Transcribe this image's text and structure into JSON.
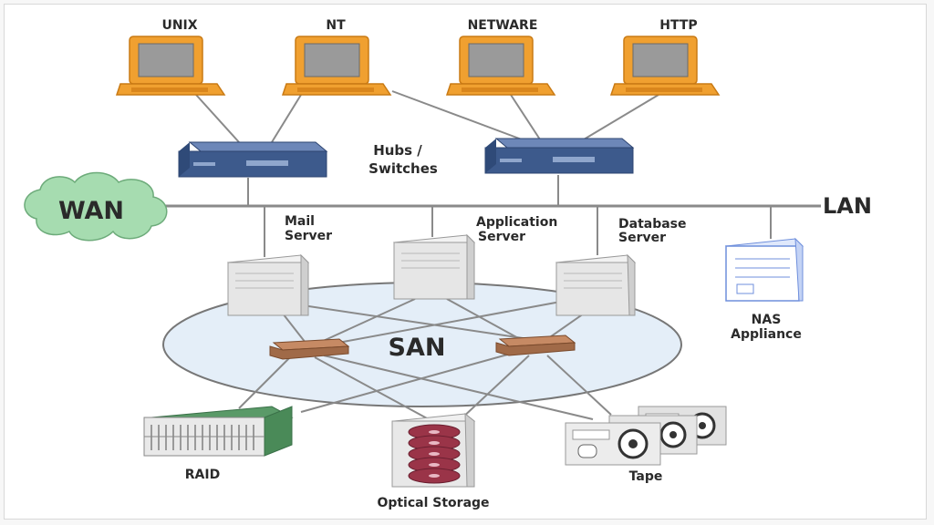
{
  "clients": [
    {
      "label": "UNIX"
    },
    {
      "label": "NT"
    },
    {
      "label": "NETWARE"
    },
    {
      "label": "HTTP"
    }
  ],
  "hubs": {
    "line1": "Hubs /",
    "line2": "Switches"
  },
  "network": {
    "wan": "WAN",
    "lan": "LAN",
    "san": "SAN"
  },
  "servers": {
    "mail": {
      "line1": "Mail",
      "line2": "Server"
    },
    "application": {
      "line1": "Application",
      "line2": "Server"
    },
    "database": {
      "line1": "Database",
      "line2": "Server"
    }
  },
  "nas": {
    "line1": "NAS",
    "line2": "Appliance"
  },
  "storage": {
    "raid": "RAID",
    "optical": "Optical Storage",
    "tape": "Tape"
  },
  "colors": {
    "monitor": "#f0a030",
    "monitor_dark": "#c97a14",
    "screen": "#9a9a9a",
    "hub": "#3d5a8c",
    "wan_cloud": "#a6dcb0",
    "san_fill": "#e4eef8",
    "fc_switch": "#a06a48",
    "raid": "#5a9a68",
    "nas": "#6f8fdc",
    "optical_disc": "#9a3448",
    "lines": "#8a8a8a"
  }
}
